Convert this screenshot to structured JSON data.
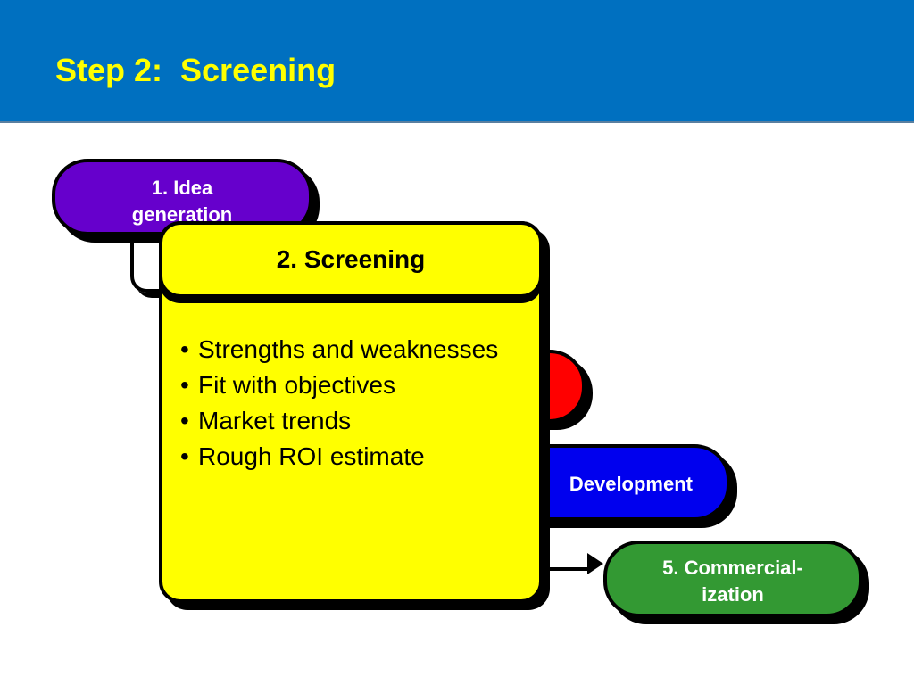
{
  "header": {
    "title": "Step 2:  Screening"
  },
  "diagram": {
    "steps": [
      {
        "label_line1": "1. Idea",
        "label_line2": "generation",
        "color": "#6600cc"
      },
      {
        "label": "2. Screening",
        "color": "#ffff00"
      },
      {
        "label": "",
        "color": "#ff0000"
      },
      {
        "label": "Development",
        "color": "#0000ee"
      },
      {
        "label_line1": "5. Commercial-",
        "label_line2": "ization",
        "color": "#339933"
      }
    ],
    "screening_points": [
      "Strengths and weaknesses",
      "Fit with objectives",
      "Market trends",
      "Rough ROI estimate"
    ]
  }
}
